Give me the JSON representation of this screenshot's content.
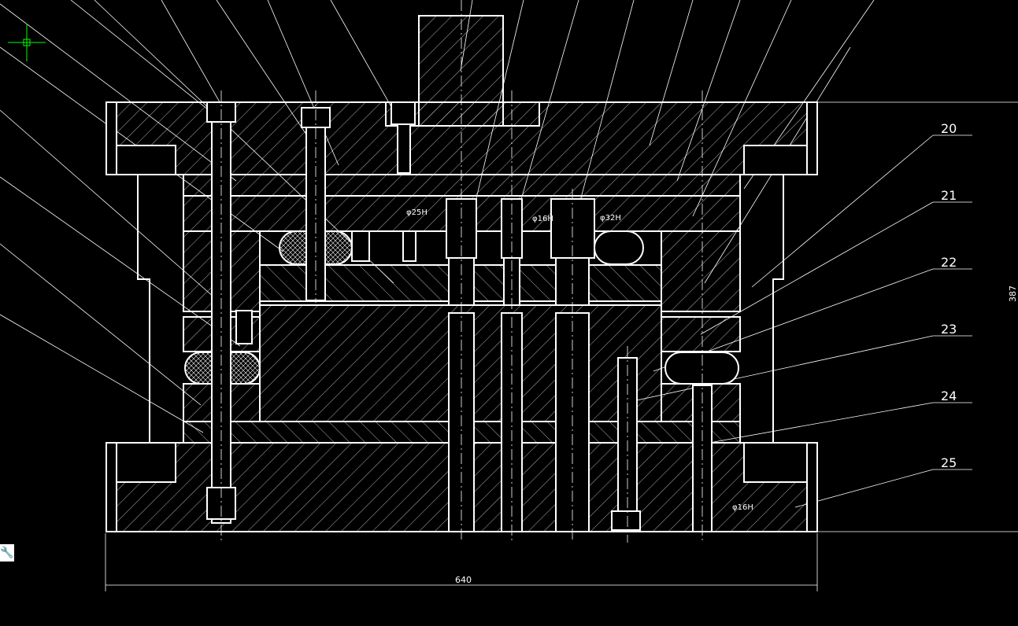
{
  "drawing": {
    "part_labels": [
      "20",
      "21",
      "22",
      "23",
      "24",
      "25"
    ],
    "dimensions": {
      "width": "640",
      "height": "387",
      "hole_a": "φ25H",
      "hole_b": "φ16H",
      "hole_c": "φ32H",
      "hole_d": "φ16H"
    }
  },
  "colors": {
    "background": "#000000",
    "lines": "#ffffff",
    "crosshair": "#00ff00"
  },
  "toolbar": {
    "icon": "wrench-icon"
  }
}
